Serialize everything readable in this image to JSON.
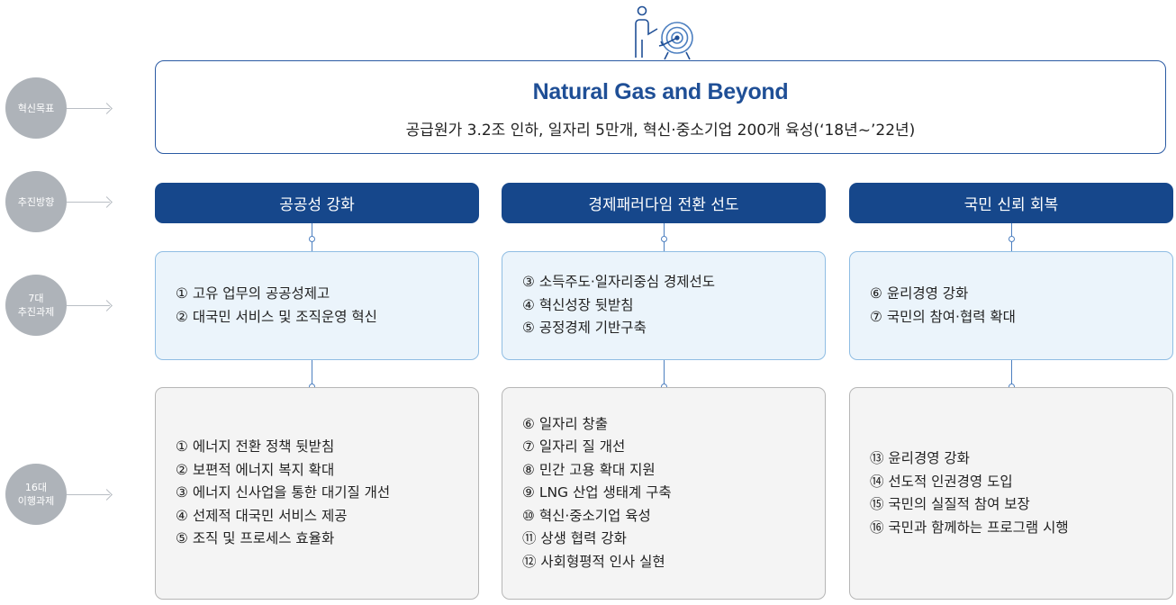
{
  "goal": {
    "title": "Natural Gas and Beyond",
    "subtitle": "공급원가 3.2조 인하, 일자리 5만개, 혁신·중소기업 200개 육성(‘18년~’22년)"
  },
  "row_labels": {
    "goal": "혁신목표",
    "direction": "추진방향",
    "seven": "7대\n추진과제",
    "sixteen": "16대\n이행과제"
  },
  "columns": [
    {
      "header": "공공성 강화",
      "tasks": [
        "① 고유 업무의 공공성제고",
        "② 대국민 서비스 및 조직운영 혁신"
      ],
      "impl": [
        "① 에너지 전환 정책 뒷받침",
        "② 보편적 에너지 복지 확대",
        "③ 에너지 신사업을 통한 대기질 개선",
        "④ 선제적 대국민 서비스 제공",
        "⑤ 조직 및 프로세스 효율화"
      ]
    },
    {
      "header": "경제패러다임 전환 선도",
      "tasks": [
        "③ 소득주도·일자리중심 경제선도",
        "④ 혁신성장 뒷받침",
        "⑤ 공정경제 기반구축"
      ],
      "impl": [
        "⑥ 일자리 창출",
        "⑦ 일자리 질 개선",
        "⑧ 민간 고용 확대 지원",
        "⑨ LNG 산업 생태계 구축",
        "⑩ 혁신·중소기업 육성",
        "⑪ 상생 협력 강화",
        "⑫ 사회형평적 인사 실현"
      ]
    },
    {
      "header": "국민 신뢰 회복",
      "tasks": [
        "⑥ 윤리경영 강화",
        "⑦ 국민의 참여·협력 확대"
      ],
      "impl": [
        "⑬ 윤리경영 강화",
        "⑭ 선도적 인권경영 도입",
        "⑮ 국민의 실질적 참여 보장",
        "⑯ 국민과 함께하는 프로그램 시행"
      ]
    }
  ],
  "icons": {
    "top": "target-person-icon"
  },
  "colors": {
    "navy": "#16478b",
    "title_blue": "#1f4f96",
    "light_blue": "#ebf4fb",
    "grey_box": "#f4f4f4",
    "circle_grey": "#aeb3b9"
  }
}
